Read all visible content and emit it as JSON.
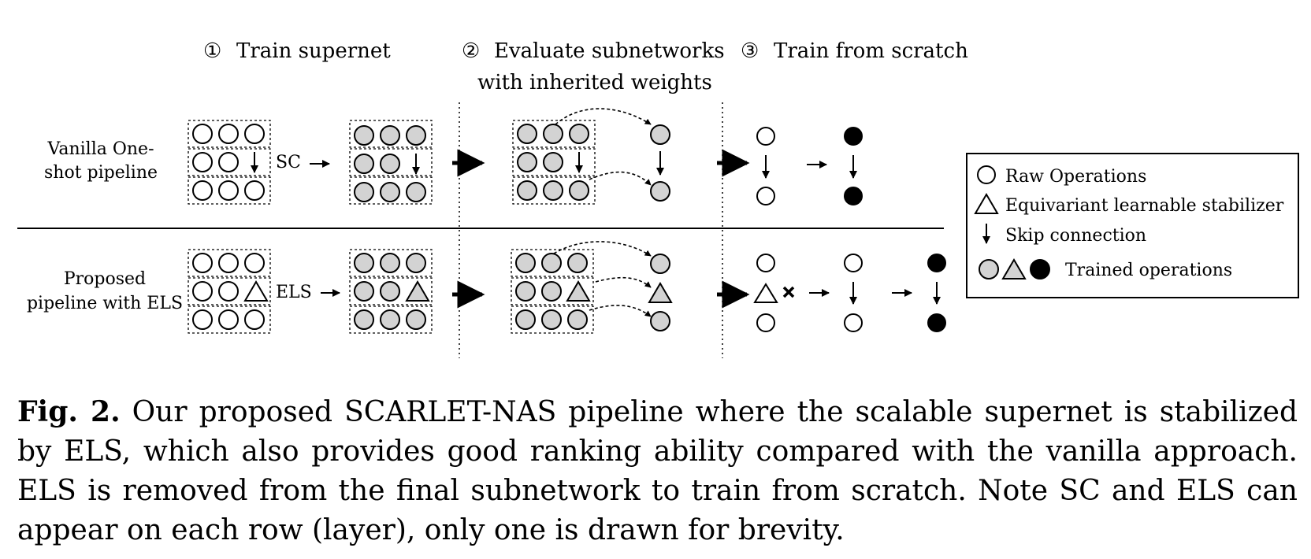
{
  "steps": [
    {
      "num": "①",
      "label": "Train supernet"
    },
    {
      "num": "②",
      "label": "Evaluate subnetworks",
      "label2": "with inherited weights"
    },
    {
      "num": "③",
      "label": "Train from scratch"
    }
  ],
  "rows": {
    "vanilla": {
      "line1": "Vanilla One-",
      "line2": "shot pipeline",
      "stabilizer": "SC"
    },
    "proposed": {
      "line1": "Proposed",
      "line2": "pipeline with ELS",
      "stabilizer": "ELS"
    }
  },
  "legend": {
    "raw": "Raw Operations",
    "els": "Equivariant learnable stabilizer",
    "skip": "Skip connection",
    "trained": "Trained operations"
  },
  "caption": {
    "fig_label": "Fig. 2.",
    "text": "Our proposed SCARLET-NAS pipeline where the scalable supernet is stabilized by ELS, which also provides good ranking ability compared with the vanilla approach. ELS is removed from the final subnetwork to train from scratch. Note SC and ELS can appear on each row (layer), only one is drawn for brevity."
  },
  "colors": {
    "trained_gray": "#d3d3d3",
    "stroke": "#000000"
  }
}
